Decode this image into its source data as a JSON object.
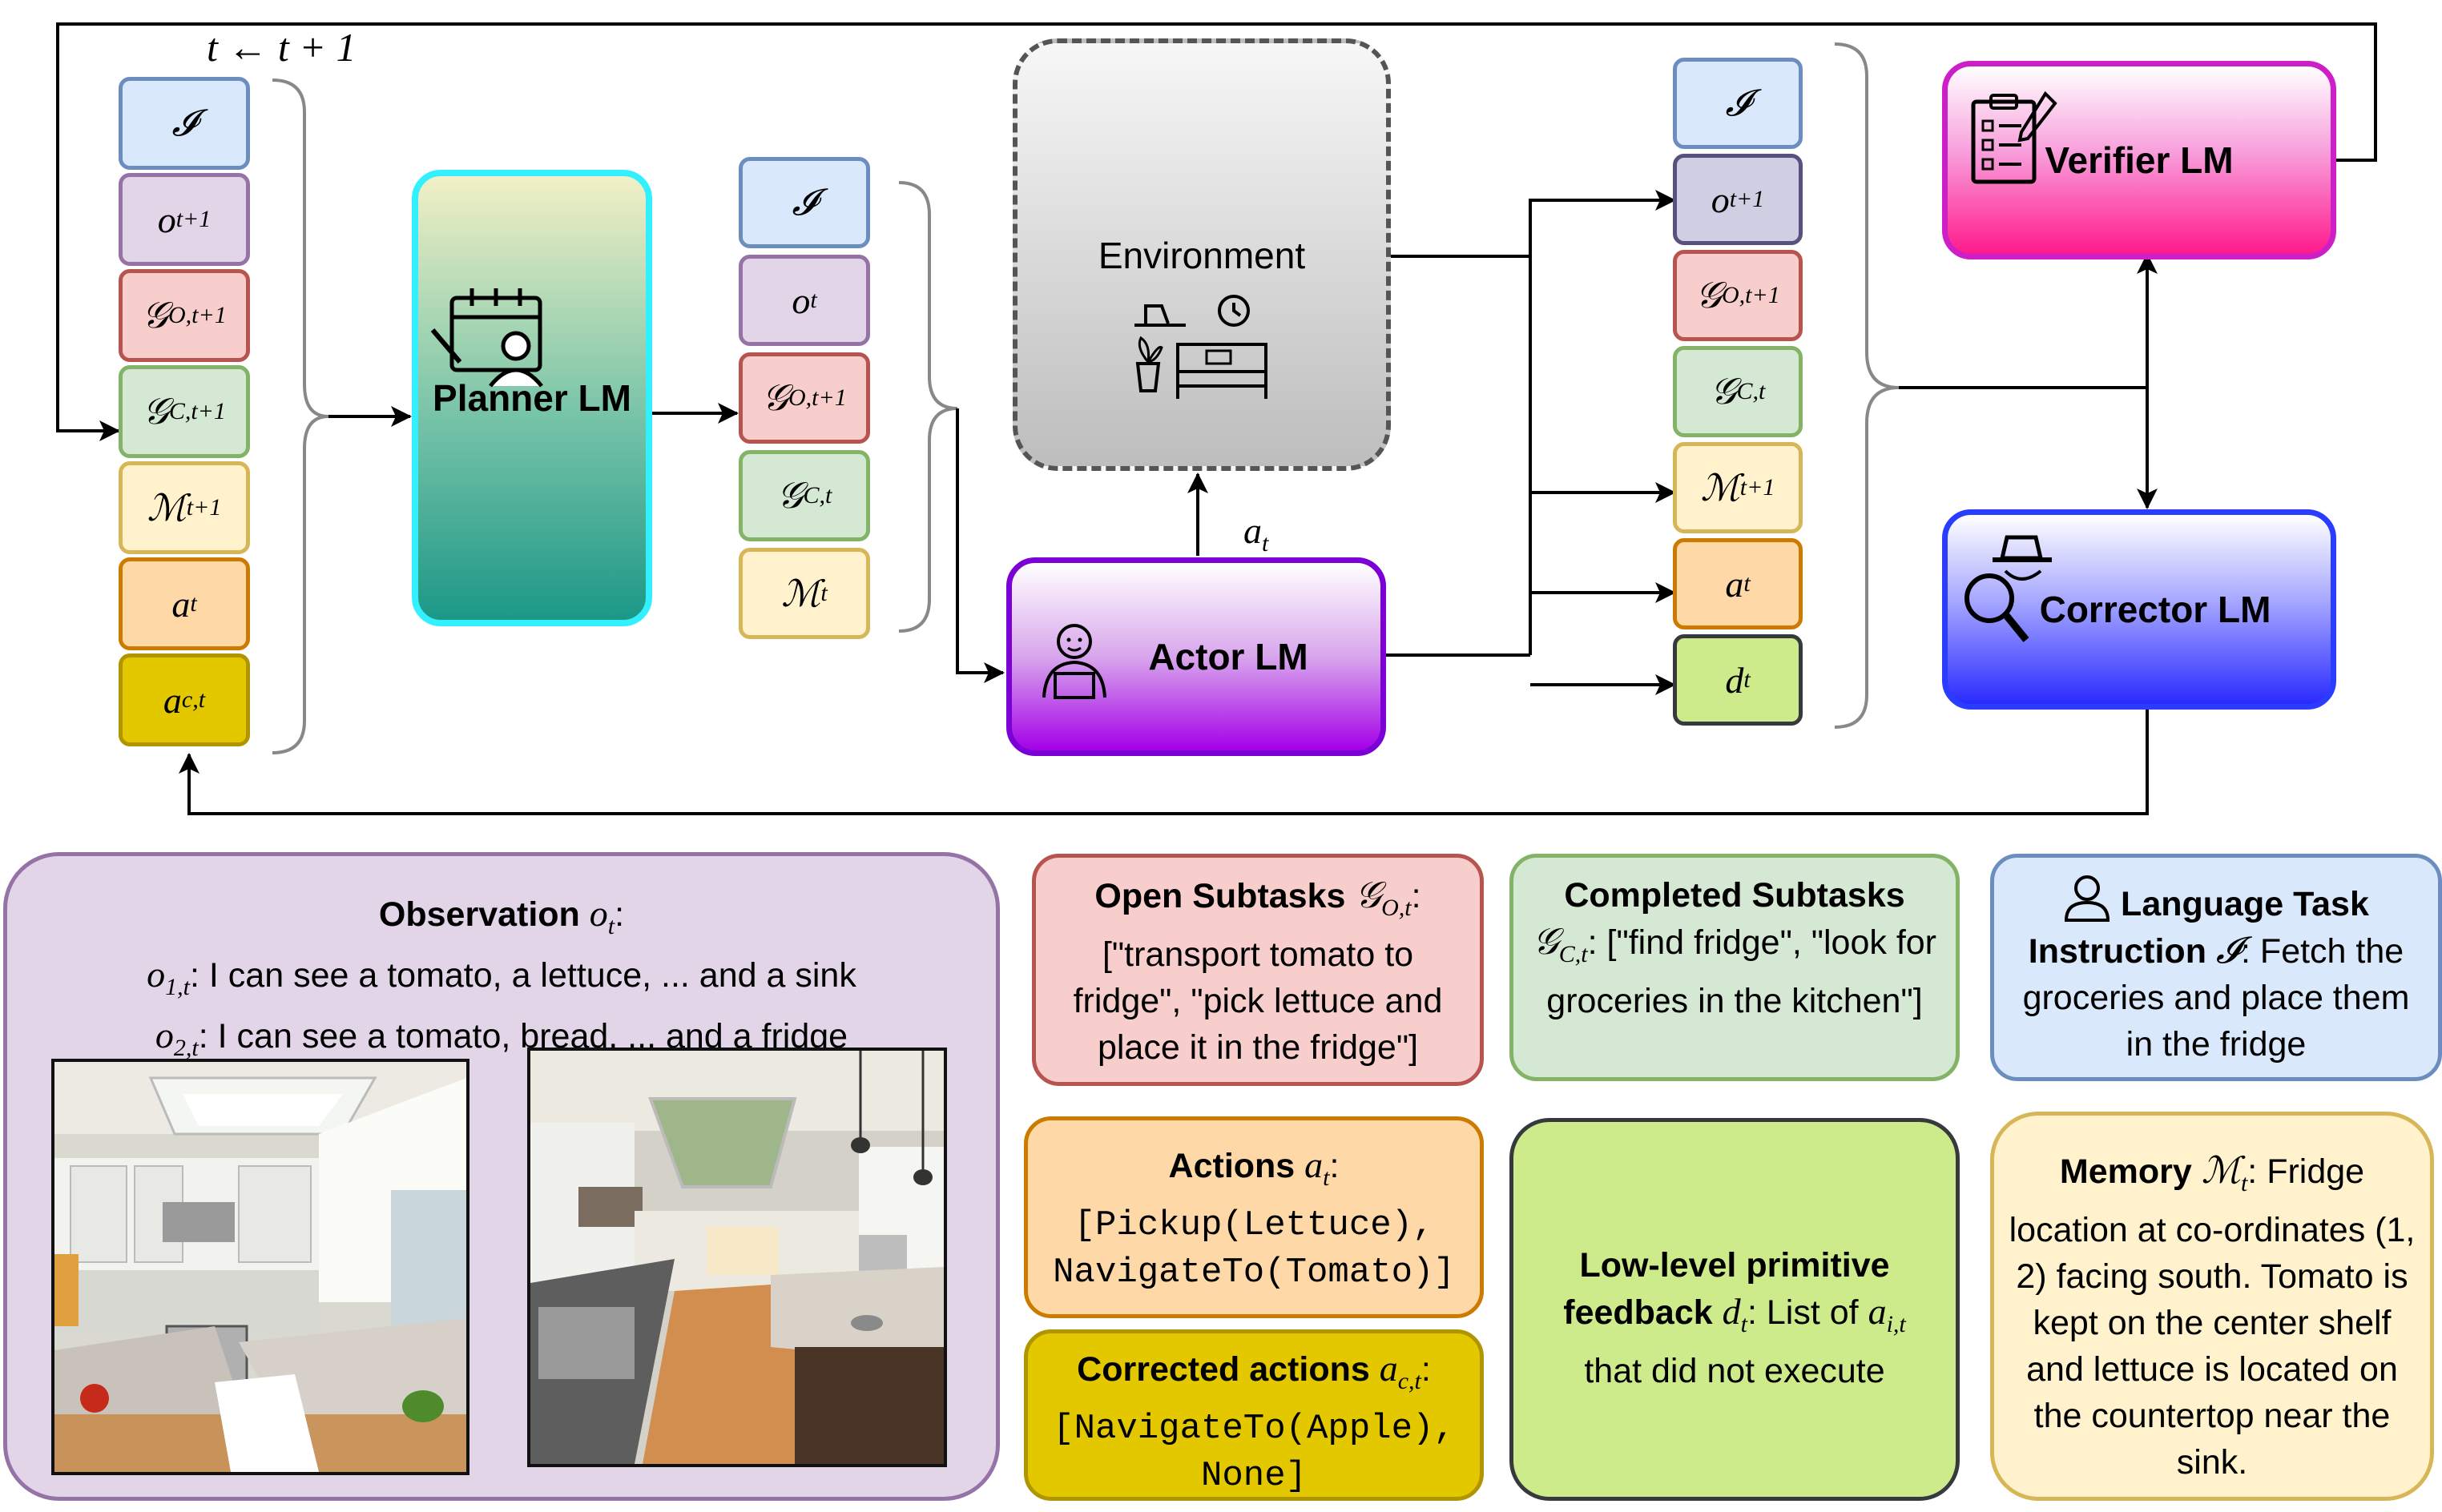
{
  "loop_label": "t ← t + 1",
  "stack_left": [
    {
      "sym": "𝓘",
      "sub": ""
    },
    {
      "sym": "o",
      "sub": "t+1"
    },
    {
      "sym": "𝒢",
      "sub": "O,t+1"
    },
    {
      "sym": "𝒢",
      "sub": "C,t+1"
    },
    {
      "sym": "ℳ",
      "sub": "t+1"
    },
    {
      "sym": "a",
      "sub": "t"
    },
    {
      "sym": "a",
      "sub": "c,t"
    }
  ],
  "stack_middle": [
    {
      "sym": "𝓘",
      "sub": ""
    },
    {
      "sym": "o",
      "sub": "t"
    },
    {
      "sym": "𝒢",
      "sub": "O,t+1"
    },
    {
      "sym": "𝒢",
      "sub": "C,t"
    },
    {
      "sym": "ℳ",
      "sub": "t"
    }
  ],
  "stack_right": [
    {
      "sym": "𝓘",
      "sub": ""
    },
    {
      "sym": "o",
      "sub": "t+1"
    },
    {
      "sym": "𝒢",
      "sub": "O,t+1"
    },
    {
      "sym": "𝒢",
      "sub": "C,t"
    },
    {
      "sym": "ℳ",
      "sub": "t+1"
    },
    {
      "sym": "a",
      "sub": "t"
    },
    {
      "sym": "d",
      "sub": "t"
    }
  ],
  "planner_label": "Planner LM",
  "environment_label": "Environment",
  "actor_label": "Actor LM",
  "action_label": {
    "sym": "a",
    "sub": "t"
  },
  "verifier_label": "Verifier LM",
  "corrector_label": "Corrector LM",
  "observation": {
    "title": "Observation",
    "title_sym": "o",
    "title_sub": "t",
    "line1_sym": "o",
    "line1_sub": "1,t",
    "line1_text": ": I can see a tomato, a lettuce, ... and a sink",
    "line2_sym": "o",
    "line2_sub": "2,t",
    "line2_text": ": I can see a tomato, bread, ... and a fridge"
  },
  "open_subtasks": {
    "title": "Open Subtasks",
    "sym": "𝒢",
    "sub": "O,t",
    "text": "[\"transport tomato to fridge\", \"pick lettuce and place it in the fridge\"]"
  },
  "completed_subtasks": {
    "title": "Completed Subtasks",
    "sym": "𝒢",
    "sub": "C,t",
    "text": ": [\"find fridge\", \"look for groceries in the kitchen\"]"
  },
  "language_task": {
    "title": "Language Task",
    "title2": "Instruction",
    "sym": "𝓘",
    "text": ": Fetch the groceries and place them in the fridge"
  },
  "actions": {
    "title": "Actions",
    "sym": "a",
    "sub": "t",
    "line1": "Pickup(Lettuce),",
    "line2": "NavigateTo(Tomato)"
  },
  "corrected_actions": {
    "title": "Corrected actions",
    "sym": "a",
    "sub": "c,t",
    "line1": "NavigateTo(Apple),",
    "line2": "None"
  },
  "feedback": {
    "title1": "Low-level primitive",
    "title2": "feedback",
    "sym": "d",
    "sub": "t",
    "text1": ": List of",
    "sym2": "a",
    "sub2": "i,t",
    "text2": "that did not execute"
  },
  "memory": {
    "title": "Memory",
    "sym": "ℳ",
    "sub": "t",
    "text": ": Fridge location at co-ordinates (1, 2) facing south. Tomato is kept on the center shelf and lettuce is located on the countertop near the sink."
  },
  "colors": {
    "planner_border": "#33f0ff",
    "actor_border": "#7a00d6",
    "verifier_border": "#cc1fc8",
    "corrector_border": "#2a3dff"
  }
}
